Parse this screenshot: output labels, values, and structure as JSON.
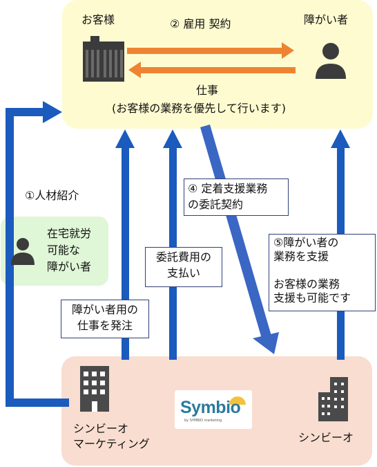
{
  "client": {
    "label": "お客様",
    "contract_label": "② 雇用 契約",
    "person_label": "障がい者",
    "work_label": "仕事",
    "work_note": "(お客様の業務を優先して行います)"
  },
  "left_group": {
    "intro_label": "①人材紹介",
    "text": "在宅就労\n可能な\n障がい者"
  },
  "labels": {
    "order": "障がい者用の\n仕事を発注",
    "payment": "委託費用の\n支払い",
    "support_contract": "④ 定着支援業務\nの委託契約",
    "support": "⑤障がい者の\n業務を支援\n\nお客様の業務\n支援も可能です"
  },
  "companies": {
    "marketing": "シンビーオ\nマーケティング",
    "symbio": "シンビーオ",
    "logo_text": "Symbio",
    "logo_sub": "by SYMBIO marketing"
  },
  "colors": {
    "blue": "#1a5bbd",
    "orange": "#ee8432",
    "top_bg": "#fefbd0",
    "bottom_bg": "#f8ddd0",
    "left_bg": "#dff6d7"
  }
}
